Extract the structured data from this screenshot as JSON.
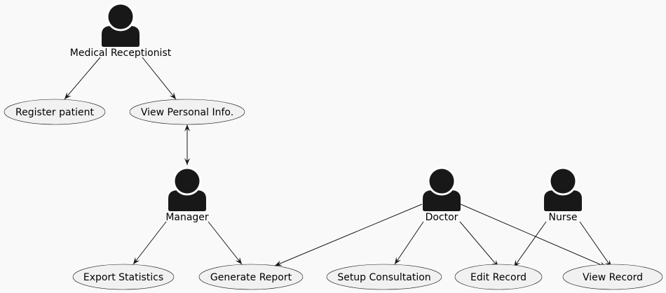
{
  "diagram": {
    "actors": [
      {
        "id": "receptionist",
        "label": "Medical Receptionist",
        "icon": "user-icon"
      },
      {
        "id": "manager",
        "label": "Manager",
        "icon": "user-icon"
      },
      {
        "id": "doctor",
        "label": "Doctor",
        "icon": "user-icon"
      },
      {
        "id": "nurse",
        "label": "Nurse",
        "icon": "user-icon"
      }
    ],
    "usecases": [
      {
        "id": "register",
        "label": "Register patient"
      },
      {
        "id": "viewinfo",
        "label": "View Personal Info."
      },
      {
        "id": "export",
        "label": "Export Statistics"
      },
      {
        "id": "report",
        "label": "Generate Report"
      },
      {
        "id": "consult",
        "label": "Setup Consultation"
      },
      {
        "id": "edit",
        "label": "Edit Record"
      },
      {
        "id": "view",
        "label": "View Record"
      }
    ],
    "relations": [
      {
        "from": "receptionist",
        "to": "register",
        "bidirectional": false
      },
      {
        "from": "receptionist",
        "to": "viewinfo",
        "bidirectional": false
      },
      {
        "from": "manager",
        "to": "viewinfo",
        "bidirectional": true
      },
      {
        "from": "manager",
        "to": "export",
        "bidirectional": false
      },
      {
        "from": "manager",
        "to": "report",
        "bidirectional": false
      },
      {
        "from": "doctor",
        "to": "report",
        "bidirectional": false
      },
      {
        "from": "doctor",
        "to": "consult",
        "bidirectional": false
      },
      {
        "from": "doctor",
        "to": "edit",
        "bidirectional": false
      },
      {
        "from": "doctor",
        "to": "view",
        "bidirectional": false
      },
      {
        "from": "nurse",
        "to": "edit",
        "bidirectional": false
      },
      {
        "from": "nurse",
        "to": "view",
        "bidirectional": false
      }
    ],
    "colors": {
      "background": "#f9f9f9",
      "actor": "#181818",
      "usecase_fill": "#f1f1f1",
      "line": "#181818"
    }
  }
}
